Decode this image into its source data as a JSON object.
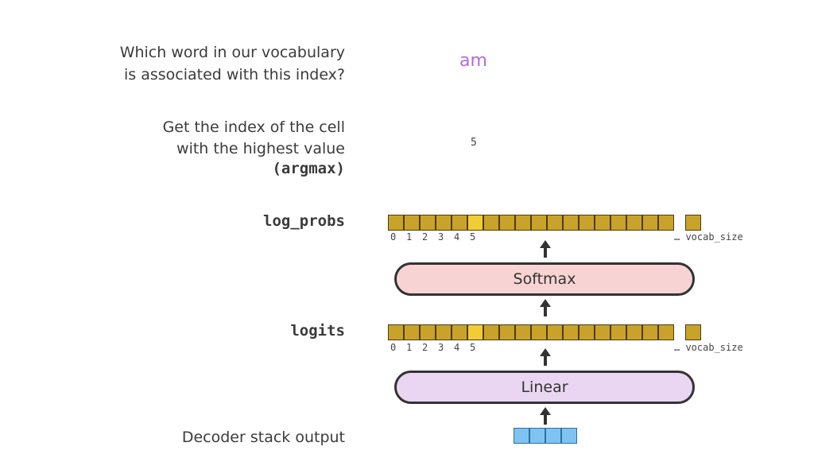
{
  "steps": {
    "vocab_question_line1": "Which word in our vocabulary",
    "vocab_question_line2": "is associated with this index?",
    "argmax_line1": "Get the index of the cell",
    "argmax_line2": "with the highest value",
    "argmax_line3": "(argmax)",
    "log_probs_label": "log_probs",
    "logits_label": "logits",
    "decoder_label": "Decoder stack output"
  },
  "result": {
    "word": "am",
    "index": "5"
  },
  "vectors": {
    "cell_count": 18,
    "highlight_index": 5,
    "index_labels": [
      "0",
      "1",
      "2",
      "3",
      "4",
      "5"
    ],
    "vocab_label": "… vocab_size",
    "decoder_cell_count": 4
  },
  "blocks": {
    "softmax": "Softmax",
    "linear": "Linear"
  },
  "colors": {
    "cell": "#c9a22a",
    "cell_highlight": "#f2cc35",
    "softmax_fill": "#f8d3d3",
    "linear_fill": "#ead6f2",
    "decoder_cell": "#7fc3f2",
    "word": "#b36bdc"
  }
}
